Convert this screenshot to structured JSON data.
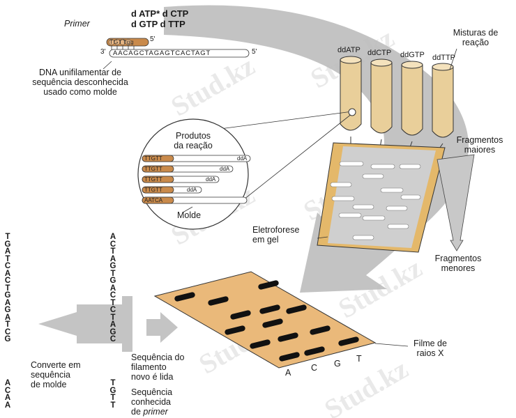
{
  "header": {
    "nucleotides_line1_a": "d ATP*",
    "nucleotides_line1_b": "d CTP",
    "nucleotides_line2_a": "d GTP",
    "nucleotides_line2_b": "d TTP"
  },
  "primer": {
    "label": "Primer",
    "sequence": "TGTTgg",
    "end5": "5'",
    "end3": "3'"
  },
  "template": {
    "sequence": "AACAGCTAGAGTCACTAGT",
    "end3": "3'",
    "end5": "5'",
    "label_line1": "DNA unifilamentar de",
    "label_line2": "sequência desconhecida",
    "label_line3": "usado como molde"
  },
  "tubes": {
    "labels": [
      "ddATP",
      "ddCTP",
      "ddGTP",
      "ddTTP"
    ],
    "mix_label_line1": "Misturas de",
    "mix_label_line2": "reação"
  },
  "products": {
    "title_line1": "Produtos",
    "title_line2": "da reação",
    "rows": [
      {
        "primer": "TTGTT",
        "terminator": "ddA"
      },
      {
        "primer": "TTGTT",
        "terminator": "ddA"
      },
      {
        "primer": "TTGTT",
        "terminator": "ddA"
      },
      {
        "primer": "TTGTT",
        "terminator": "ddA"
      },
      {
        "primer": "AATCA",
        "terminator": ""
      }
    ],
    "template_label": "Molde"
  },
  "gel": {
    "label_line1": "Eletroforese",
    "label_line2": "em gel",
    "larger_line1": "Fragmentos",
    "larger_line2": "maiores",
    "smaller_line1": "Fragmentos",
    "smaller_line2": "menores"
  },
  "film": {
    "label_line1": "Filme de",
    "label_line2": "raios X",
    "lanes": [
      "A",
      "C",
      "G",
      "T"
    ]
  },
  "read_sequence": {
    "new_strand": [
      "A",
      "C",
      "T",
      "A",
      "G",
      "T",
      "G",
      "A",
      "C",
      "T",
      "C",
      "T",
      "A",
      "G",
      "C"
    ],
    "primer_part": [
      "T",
      "G",
      "T",
      "T"
    ],
    "label_new_line1": "Sequência do",
    "label_new_line2": "filamento",
    "label_new_line3": "novo é lida",
    "label_known_line1": "Sequência",
    "label_known_line2": "conhecida",
    "label_known_line3_a": "de",
    "label_known_line3_b": "primer"
  },
  "template_sequence": {
    "upper": [
      "T",
      "G",
      "A",
      "T",
      "C",
      "A",
      "C",
      "T",
      "G",
      "A",
      "G",
      "A",
      "T",
      "C",
      "G"
    ],
    "lower": [
      "A",
      "C",
      "A",
      "A"
    ],
    "label_line1": "Converte em",
    "label_line2": "sequência",
    "label_line3": "de molde"
  },
  "watermark": "Stud.kz",
  "colors": {
    "arrow_gray": "#b9b9b9",
    "tube_fill": "#e9cf9a",
    "gel_fill": "#c8c8c8",
    "gel_edge": "#e4b86a",
    "film_fill": "#eab97a",
    "primer_fill": "#c98a4b",
    "band_dark": "#111111"
  }
}
